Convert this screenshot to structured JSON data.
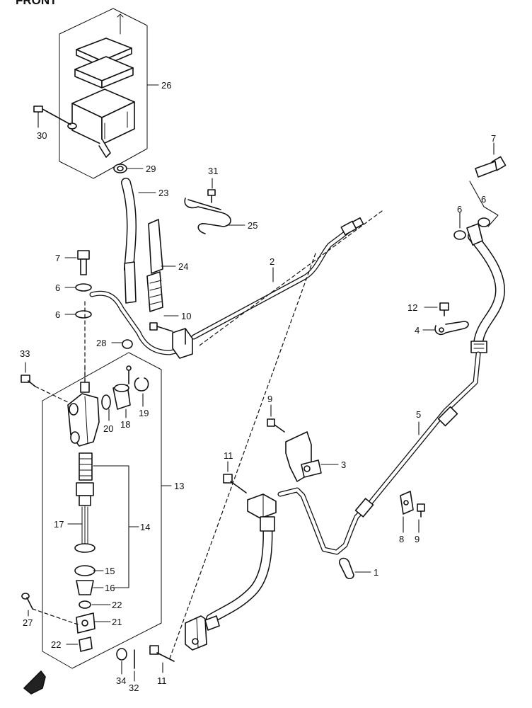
{
  "header_text": "FRONT",
  "callouts": {
    "c1": "1",
    "c2": "2",
    "c3": "3",
    "c4": "4",
    "c5": "5",
    "c6a": "6",
    "c6b": "6",
    "c6c": "6",
    "c6d": "6",
    "c7a": "7",
    "c7b": "7",
    "c8": "8",
    "c9a": "9",
    "c9b": "9",
    "c10": "10",
    "c11a": "11",
    "c11b": "11",
    "c12": "12",
    "c13": "13",
    "c14": "14",
    "c15": "15",
    "c16": "16",
    "c17": "17",
    "c18": "18",
    "c19": "19",
    "c20": "20",
    "c21": "21",
    "c22a": "22",
    "c22b": "22",
    "c23": "23",
    "c24": "24",
    "c25": "25",
    "c26": "26",
    "c27": "27",
    "c28": "28",
    "c29": "29",
    "c30": "30",
    "c31": "31",
    "c32": "32",
    "c33": "33",
    "c34": "34"
  }
}
